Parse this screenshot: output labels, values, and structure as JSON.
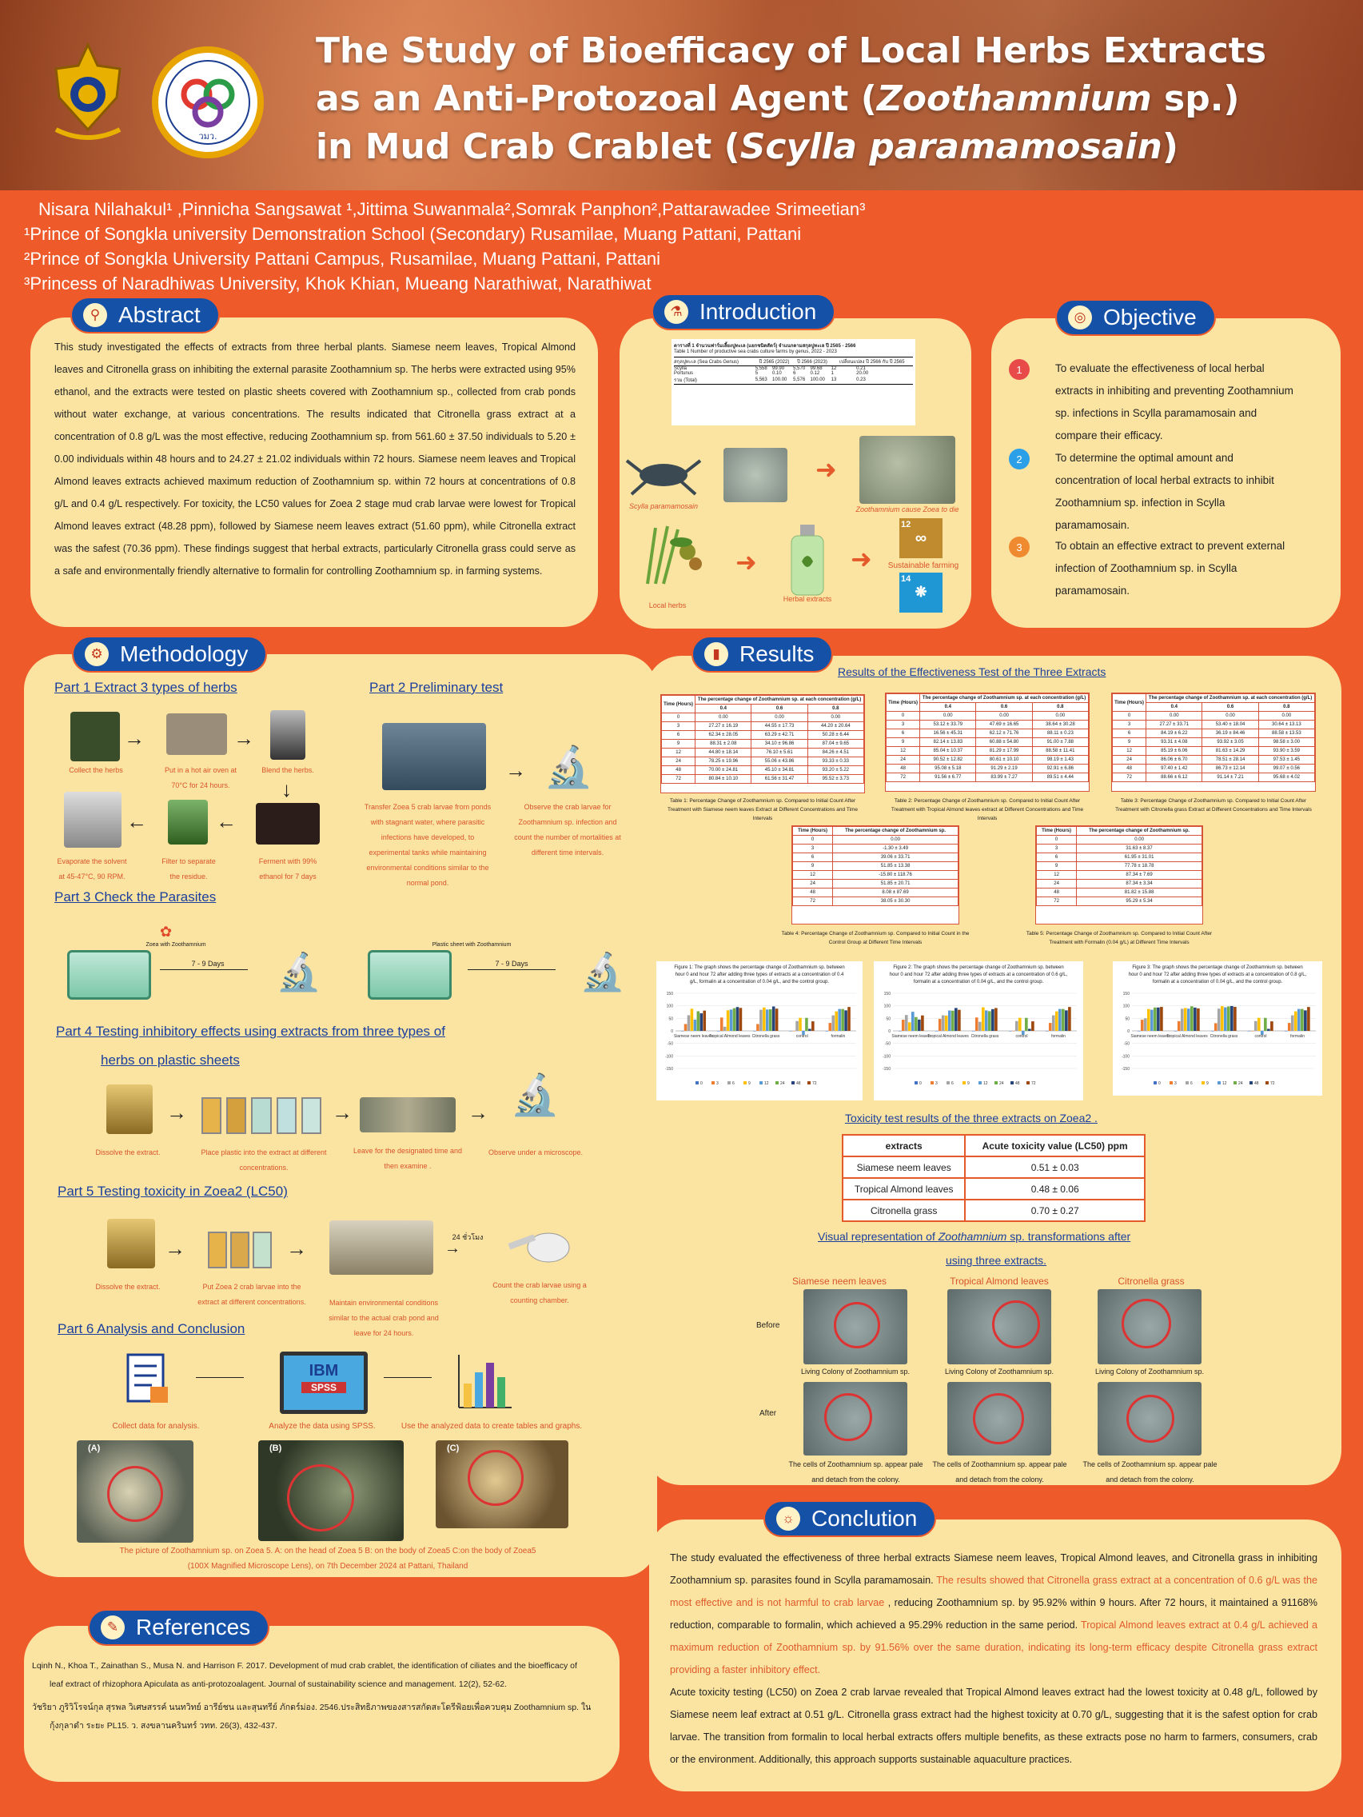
{
  "header": {
    "title_l1": "The Study of Bioefficacy of Local Herbs Extracts",
    "title_l2a": "as an Anti-Protozoal Agent (",
    "title_l2b": "Zoothamnium",
    "title_l2c": " sp.)",
    "title_l3a": "in Mud Crab Crablet (",
    "title_l3b": "Scylla paramamosain",
    "title_l3c": ")",
    "logo2_text": "วมว."
  },
  "authors": {
    "line": "Nisara Nilahakul¹ ,Pinnicha Sangsawat ¹,Jittima Suwanmala²,Somrak Panphon²,Pattarawadee Srimeetian³",
    "aff1": "¹Prince of Songkla university Demonstration School (Secondary) Rusamilae, Muang Pattani, Pattani",
    "aff2": "²Prince of Songkla University Pattani Campus, Rusamilae, Muang Pattani, Pattani",
    "aff3": "³Princess of Naradhiwas University, Khok Khian, Mueang Narathiwat, Narathiwat"
  },
  "abstract": {
    "heading": "Abstract",
    "text": "This study investigated the effects of extracts from three herbal plants. Siamese neem leaves, Tropical Almond leaves and Citronella grass on inhibiting the external parasite Zoothamnium sp. The herbs were extracted using 95% ethanol, and the extracts were tested on plastic sheets covered with Zoothamnium sp., collected from crab ponds without water exchange, at various concentrations. The results indicated that Citronella grass extract at a concentration of 0.8 g/L was the most effective, reducing Zoothamnium sp. from 561.60 ± 37.50 individuals to 5.20 ± 0.00 individuals within 48 hours and to 24.27 ± 21.02 individuals within 72 hours. Siamese neem leaves and Tropical Almond leaves extracts achieved maximum reduction of Zoothamnium sp. within 72 hours at concentrations of 0.8 g/L and 0.4 g/L respectively. For toxicity, the LC50 values for Zoea 2 stage mud crab larvae were lowest for Tropical Almond leaves extract (48.28 ppm), followed by Siamese neem leaves extract (51.60 ppm), while Citronella extract was the safest (70.36 ppm). These findings suggest that herbal extracts, particularly Citronella grass could serve as a safe and environmentally friendly alternative to formalin for controlling Zoothamnium sp. in farming systems."
  },
  "introduction": {
    "heading": "Introduction",
    "table_title": "ตารางที่ 1 จำนวนฟาร์มเลี้ยงปูทะเล (แยกชนิดสัตว์) จำแนกตามสกุลปูทะเล ปี 2565 - 2566",
    "table_title_en": "Table 1 Number of productive sea crabs culture farms by genus, 2022 - 2023",
    "table_head": [
      "สกุลปูทะเล (Sea Crabs Genus)",
      "ปี 2565 (2022)",
      "",
      "ปี 2566 (2023)",
      "",
      "เปลี่ยนแปลง ปี 2566 กับ ปี 2565"
    ],
    "table_rows": [
      [
        "Scylla",
        "5,558",
        "99.90",
        "5,570",
        "99.68",
        "12",
        "0.21"
      ],
      [
        "Portunus",
        "5",
        "0.10",
        "6",
        "0.12",
        "1",
        "20.00"
      ],
      [
        "รวม (Total)",
        "5,563",
        "100.00",
        "5,576",
        "100.00",
        "13",
        "0.23"
      ]
    ],
    "cap_crab": "Scylla paramamosain",
    "cap_die": "Zoothamnium cause Zoea to die",
    "cap_sdg": "Sustainable farming",
    "cap_herbs": "Local herbs",
    "cap_extract": "Herbal extracts",
    "sdg12": "12",
    "sdg14": "14"
  },
  "objective": {
    "heading": "Objective",
    "items": [
      {
        "num": "1",
        "text": "To evaluate the effectiveness of local herbal extracts in inhibiting and preventing Zoothamnium sp. infections in Scylla paramamosain and compare their efficacy."
      },
      {
        "num": "2",
        "text": "To determine the optimal amount and concentration of local herbal extracts to inhibit Zoothamnium sp. infection in Scylla paramamosain."
      },
      {
        "num": "3",
        "text": "To obtain an effective extract to prevent external infection of Zoothamnium sp. in Scylla paramamosain."
      }
    ]
  },
  "methodology": {
    "heading": "Methodology",
    "part1": "Part 1 Extract 3 types of herbs",
    "part2": "Part 2 Preliminary test",
    "part3": "Part 3 Check the Parasites",
    "part4a": "Part 4 Testing inhibitory effects using extracts from three types of",
    "part4b": "herbs on plastic sheets",
    "part5": "Part 5 Testing toxicity in Zoea2 (LC50)",
    "part6": "Part 6 Analysis and Conclusion",
    "cap": {
      "collect": "Collect the herbs",
      "hot": "Put in a hot air oven at 70°C for 24 hours.",
      "blend": "Blend the herbs.",
      "evap": "Evaporate the solvent at 45-47°C, 90 RPM.",
      "filter": "Filter to separate the residue.",
      "ferment": "Ferment with 99% ethanol for 7 days",
      "transfer": "Transfer Zoea 5 crab larvae from ponds with stagnant water, where parasitic infections have developed, to experimental tanks while maintaining environmental conditions similar to the normal pond.",
      "observe": "Observe the crab larvae for Zoothamnium sp. infection and count the number of mortalities at different time intervals.",
      "zoea": "Zoea with Zoothamnium",
      "plastic": "Plastic sheet with Zoothamnium",
      "days": "7 - 9 Days",
      "dissolve": "Dissolve the extract.",
      "place": "Place plastic into the extract at different concentrations.",
      "leave": "Leave for the designated time and then examine .",
      "under": "Observe under a microscope.",
      "put": "Put Zoea 2 crab larvae into the extract at different concentrations.",
      "maintain": "Maintain environmental conditions similar to the actual crab pond and leave for 24 hours.",
      "count": "Count the crab larvae using a counting chamber.",
      "hrs": "24 ชั่วโมง",
      "collectdata": "Collect data for analysis.",
      "spss": "Analyze the data using SPSS.",
      "use": "Use the analyzed data to create tables and graphs.",
      "ibm": "IBM",
      "spsslbl": "SPSS",
      "a": "(A)",
      "b": "(B)",
      "c": "(C)",
      "micro1": "The picture of Zoothamnium sp. on Zoea 5. A: on the head of Zoea 5 B: on the body of Zoea5 C:on the body of Zoea5",
      "micro2": "(100X Magnified Microscope Lens), on 7th December 2024 at Pattani, Thailand"
    }
  },
  "results": {
    "heading": "Results",
    "sub1": "Results of the Effectiveness Test of the Three Extracts",
    "tcap1": "Table 1: Percentage Change of Zoothamnium sp. Compared to Initial Count After Treatment with Siamese neem leaves Extract at Different Concentrations and Time Intervals",
    "tcap2": "Table 2: Percentage Change of Zoothamnium sp. Compared to Initial Count After Treatment with Tropical Almond leaves extract at Different Concentrations and Time Intervals",
    "tcap3": "Table 3: Percentage Change of Zoothamnium sp. Compared to Initial Count After Treatment with Citronella grass Extract at Different Concentrations and Time Intervals",
    "tcap4": "Table 4: Percentage Change of Zoothamnium sp. Compared to Initial Count in the Control Group at Different Time Intervals",
    "tcap5": "Table 5: Percentage Change of Zoothamnium sp. Compared to Initial Count After Treatment with Formalin (0.04 g/L) at Different Time Intervals",
    "th_time": "Time (Hours)",
    "th_pct": "The percentage change of Zoothamnium sp. at each concentration (g/L)",
    "th_pct1": "The percentage change of Zoothamnium sp.",
    "conc": [
      "0.4",
      "0.6",
      "0.8"
    ],
    "times": [
      "0",
      "3",
      "6",
      "9",
      "12",
      "24",
      "48",
      "72"
    ],
    "t1": [
      [
        "0.00",
        "0.00",
        "0.00"
      ],
      [
        "27.27 ± 16.19",
        "44.55 ± 17.73",
        "44.20 ± 20.64"
      ],
      [
        "62.34 ± 28.05",
        "63.29 ± 42.71",
        "50.28 ± 6.44"
      ],
      [
        "88.31 ± 2.08",
        "34.10 ± 96.86",
        "87.04 ± 9.65"
      ],
      [
        "44.80 ± 18.14",
        "76.10 ± 5.61",
        "84.26 ± 4.51"
      ],
      [
        "78.25 ± 19.96",
        "55.06 ± 43.86",
        "93.33 ± 0.33"
      ],
      [
        "70.00 ± 24.81",
        "45.10 ± 34.81",
        "93.20 ± 5.22"
      ],
      [
        "80.84 ± 10.10",
        "61.56 ± 31.47",
        "95.52 ± 3.73"
      ]
    ],
    "t2": [
      [
        "0.00",
        "0.00",
        "0.00"
      ],
      [
        "53.12 ± 33.79",
        "47.69 ± 16.65",
        "38.64 ± 30.28"
      ],
      [
        "16.56 ± 45.31",
        "62.12 ± 71.76",
        "88.11 ± 0.23"
      ],
      [
        "82.14 ± 13.83",
        "60.88 ± 54.80",
        "91.00 ± 7.88"
      ],
      [
        "85.04 ± 10.37",
        "81.29 ± 17.99",
        "88.58 ± 11.41"
      ],
      [
        "90.52 ± 12.82",
        "80.61 ± 10.10",
        "98.19 ± 1.43"
      ],
      [
        "95.08 ± 5.18",
        "91.29 ± 2.19",
        "92.91 ± 6.86"
      ],
      [
        "91.56 ± 6.77",
        "83.99 ± 7.27",
        "89.51 ± 4.44"
      ]
    ],
    "t3": [
      [
        "0.00",
        "0.00",
        "0.00"
      ],
      [
        "27.27 ± 33.71",
        "53.40 ± 18.04",
        "30.64 ± 13.13"
      ],
      [
        "84.19 ± 6.22",
        "36.19 ± 84.46",
        "88.58 ± 13.53"
      ],
      [
        "93.31 ± 4.08",
        "93.92 ± 3.05",
        "98.58 ± 3.00"
      ],
      [
        "85.19 ± 6.06",
        "81.63 ± 14.29",
        "93.90 ± 3.59"
      ],
      [
        "86.06 ± 6.70",
        "78.51 ± 28.14",
        "97.53 ± 1.45"
      ],
      [
        "97.40 ± 1.42",
        "86.73 ± 12.14",
        "99.07 ± 0.56"
      ],
      [
        "88.66 ± 6.12",
        "91.14 ± 7.21",
        "95.68 ± 4.02"
      ]
    ],
    "t4": [
      "0.00",
      "-1.30 ± 3.49",
      "39.06 ± 33.71",
      "51.85 ± 13.38",
      "-15.80 ± 118.76",
      "51.85 ± 20.71",
      "8.08 ± 87.69",
      "38.05 ± 30.30"
    ],
    "t5": [
      "0.00",
      "31.63 ± 8.37",
      "61.95 ± 31.01",
      "77.78 ± 18.78",
      "87.34 ± 7.69",
      "87.34 ± 3.34",
      "81.82 ± 15.88",
      "95.29 ± 5.34"
    ],
    "fig1": "Figure 1: The graph shows the percentage change of Zoothamnium sp. between hour 0 and hour 72 after adding three types of extracts at a concentration of 0.4 g/L, formalin at a concentration of 0.04 g/L, and the control group.",
    "fig2": "Figure 2: The graph shows the percentage change of Zoothamnium sp. between hour 0 and hour 72 after adding three types of extracts at a concentration of 0.6 g/L, formalin at a concentration of 0.04 g/L, and the control group.",
    "fig3": "Figure 3: The graph shows the percentage change of Zoothamnium sp. between hour 0 and hour 72 after adding three types of extracts at a concentration of 0.8 g/L, formalin at a concentration of 0.04 g/L, and the control group.",
    "chart_groups": [
      "Siamese neem leaves",
      "Tropical Almond leaves",
      "Citronella grass",
      "control",
      "formalin"
    ],
    "chart_legend": [
      "0",
      "3",
      "6",
      "9",
      "12",
      "24",
      "48",
      "72"
    ],
    "chart_yticks": [
      "150",
      "100",
      "50",
      "0",
      "-50",
      "-100",
      "-150"
    ],
    "sub2": "Toxicity test results of the three extracts on Zoea2 .",
    "tox_head": [
      "extracts",
      "Acute toxicity value (LC50) ppm"
    ],
    "tox_rows": [
      [
        "Siamese neem leaves",
        "0.51  ± 0.03"
      ],
      [
        "Tropical Almond leaves",
        "0.48  ± 0.06"
      ],
      [
        "Citronella grass",
        "0.70  ± 0.27"
      ]
    ],
    "sub3a": "Visual representation of ",
    "sub3b": "Zoothamnium",
    "sub3c": " sp. transformations after",
    "sub3d": "using three extracts.",
    "col": [
      "Siamese neem leaves",
      "Tropical Almond leaves",
      "Citronella grass"
    ],
    "before": "Before",
    "after": "After",
    "living": "Living Colony of Zoothamnium sp.",
    "pale": "The cells of Zoothamnium sp. appear pale and detach from the colony."
  },
  "conclusion": {
    "heading": "Conclution",
    "p1a": "The study evaluated the effectiveness of three herbal extracts Siamese neem leaves,  Tropical Almond leaves, and Citronella grass in inhibiting Zoothamnium sp. parasites found in Scylla paramamosain. ",
    "p1b": "The results showed that Citronella grass extract at a concentration of 0.6 g/L was the most effective and is not harmful to crab larvae ",
    "p1c": ", reducing Zoothamnium sp. by 95.92% within 9 hours. After 72 hours, it maintained a 91168% reduction, comparable to formalin, which achieved a 95.29% reduction in the same period.  ",
    "p1d": "Tropical Almond leaves extract at 0.4 g/L achieved a maximum reduction of Zoothamnium sp. by 91.56% over the same duration, indicating its long-term efficacy despite Citronella grass extract providing a faster inhibitory effect.",
    "p2": "Acute toxicity testing (LC50) on Zoea 2 crab larvae revealed that   Tropical Almond leaves extract had the lowest toxicity at 0.48 g/L, followed by Siamese neem leaf extract at 0.51 g/L. Citronella grass extract had the highest toxicity at 0.70 g/L, suggesting that it is the safest option for crab larvae. The transition from formalin to local herbal extracts offers multiple benefits, as these extracts pose no harm to farmers, consumers, crab or the environment. Additionally, this approach supports sustainable aquaculture practices."
  },
  "references": {
    "heading": "References",
    "r1": "Lqinh N., Khoa T., Zainathan S., Musa N. and Harrison F. 2017. Development of mud crab crablet, the identification of ciliates and the bioefficacy of leaf extract of rhizophora Apiculata as anti-protozoalagent. Journal of sustainability science and management. 12(2), 52-62.",
    "r2": "วัชริยา ภูริวิโรจน์กุล สุรพล วิเศษสรรค์ นนทวิทย์ อารีย์ชน และสุนทรีย์ ภักดร์ม่อง. 2546.ประสิทธิภาพของสารสกัดสะโดรีฟ้อยเพื่อควบคุม Zoothamnium sp. ในกุ้งกุลาดำ ระยะ PL15. ว. สงขลานครินทร์ วทท. 26(3), 432-437."
  },
  "chart_data": [
    {
      "type": "bar",
      "categories": [
        "Siamese neem leaves",
        "Tropical Almond leaves",
        "Citronella grass",
        "control",
        "formalin"
      ],
      "series": [
        {
          "name": "0",
          "values": [
            0,
            0,
            0,
            0,
            0
          ]
        },
        {
          "name": "3",
          "values": [
            27.27,
            53.12,
            27.27,
            -1.3,
            31.63
          ]
        },
        {
          "name": "6",
          "values": [
            62.34,
            16.56,
            84.19,
            39.06,
            61.95
          ]
        },
        {
          "name": "9",
          "values": [
            88.31,
            82.14,
            93.31,
            51.85,
            77.78
          ]
        },
        {
          "name": "12",
          "values": [
            44.8,
            85.04,
            85.19,
            -15.8,
            87.34
          ]
        },
        {
          "name": "24",
          "values": [
            78.25,
            90.52,
            86.06,
            51.85,
            87.34
          ]
        },
        {
          "name": "48",
          "values": [
            70,
            95.08,
            97.4,
            8.08,
            81.82
          ]
        },
        {
          "name": "72",
          "values": [
            80.84,
            91.56,
            88.66,
            38.05,
            95.29
          ]
        }
      ],
      "ylim": [
        -150,
        150
      ]
    },
    {
      "type": "bar",
      "categories": [
        "Siamese neem leaves",
        "Tropical Almond leaves",
        "Citronella grass",
        "control",
        "formalin"
      ],
      "series": [
        {
          "name": "0",
          "values": [
            0,
            0,
            0,
            0,
            0
          ]
        },
        {
          "name": "3",
          "values": [
            44.55,
            47.69,
            53.4,
            -1.3,
            31.63
          ]
        },
        {
          "name": "6",
          "values": [
            63.29,
            62.12,
            36.19,
            39.06,
            61.95
          ]
        },
        {
          "name": "9",
          "values": [
            34.1,
            60.88,
            93.92,
            51.85,
            77.78
          ]
        },
        {
          "name": "12",
          "values": [
            76.1,
            81.29,
            81.63,
            -15.8,
            87.34
          ]
        },
        {
          "name": "24",
          "values": [
            55.06,
            80.61,
            78.51,
            51.85,
            87.34
          ]
        },
        {
          "name": "48",
          "values": [
            45.1,
            91.29,
            86.73,
            8.08,
            81.82
          ]
        },
        {
          "name": "72",
          "values": [
            61.56,
            83.99,
            91.14,
            38.05,
            95.29
          ]
        }
      ],
      "ylim": [
        -150,
        150
      ]
    },
    {
      "type": "bar",
      "categories": [
        "Siamese neem leaves",
        "Tropical Almond leaves",
        "Citronella grass",
        "control",
        "formalin"
      ],
      "series": [
        {
          "name": "0",
          "values": [
            0,
            0,
            0,
            0,
            0
          ]
        },
        {
          "name": "3",
          "values": [
            44.2,
            38.64,
            30.64,
            -1.3,
            31.63
          ]
        },
        {
          "name": "6",
          "values": [
            50.28,
            88.11,
            88.58,
            39.06,
            61.95
          ]
        },
        {
          "name": "9",
          "values": [
            87.04,
            91,
            98.58,
            51.85,
            77.78
          ]
        },
        {
          "name": "12",
          "values": [
            84.26,
            88.58,
            93.9,
            -15.8,
            87.34
          ]
        },
        {
          "name": "24",
          "values": [
            93.33,
            98.19,
            97.53,
            51.85,
            87.34
          ]
        },
        {
          "name": "48",
          "values": [
            93.2,
            92.91,
            99.07,
            8.08,
            81.82
          ]
        },
        {
          "name": "72",
          "values": [
            95.52,
            89.51,
            95.68,
            38.05,
            95.29
          ]
        }
      ],
      "ylim": [
        -150,
        150
      ]
    }
  ],
  "colors": {
    "bg": "#ee5a2a",
    "card": "#fbe3a1",
    "pill": "#1651a8",
    "series": [
      "#4472c4",
      "#ed7d31",
      "#a5a5a5",
      "#ffc000",
      "#5b9bd5",
      "#70ad47",
      "#264478",
      "#9e480e"
    ]
  }
}
